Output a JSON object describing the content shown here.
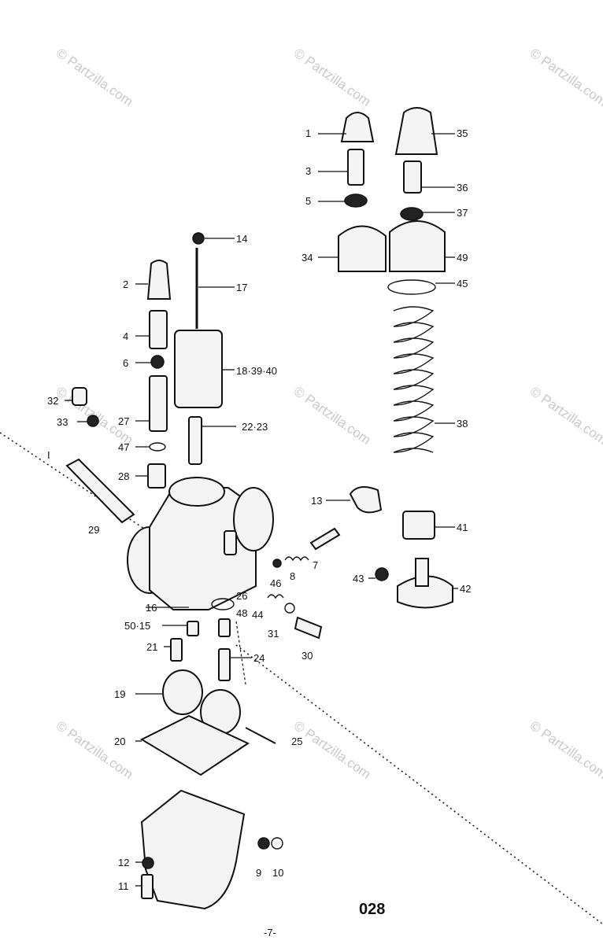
{
  "watermark": "© Partzilla.com",
  "page_code": "028",
  "page_number": "-7-",
  "callouts": {
    "c1": "1",
    "c35": "35",
    "c3": "3",
    "c36": "36",
    "c5": "5",
    "c37": "37",
    "c34": "34",
    "c49": "49",
    "c45": "45",
    "c14": "14",
    "c17": "17",
    "c2": "2",
    "c4": "4",
    "c6": "6",
    "c18": "18·39·40",
    "c32": "32",
    "c33": "33",
    "c27": "27",
    "c22": "22·23",
    "c38": "38",
    "c47": "47",
    "c28": "28",
    "c13": "13",
    "c29": "29",
    "c41": "41",
    "c7": "7",
    "c8": "8",
    "c46": "46",
    "c43": "43",
    "c42": "42",
    "c26": "26",
    "c16": "16",
    "c48": "48",
    "c44": "44",
    "c50": "50·15",
    "c31": "31",
    "c21": "21",
    "c24": "24",
    "c30": "30",
    "c19": "19",
    "c20": "20",
    "c25": "25",
    "c12": "12",
    "c9": "9",
    "c10": "10",
    "c11": "11",
    "cI": "I"
  }
}
